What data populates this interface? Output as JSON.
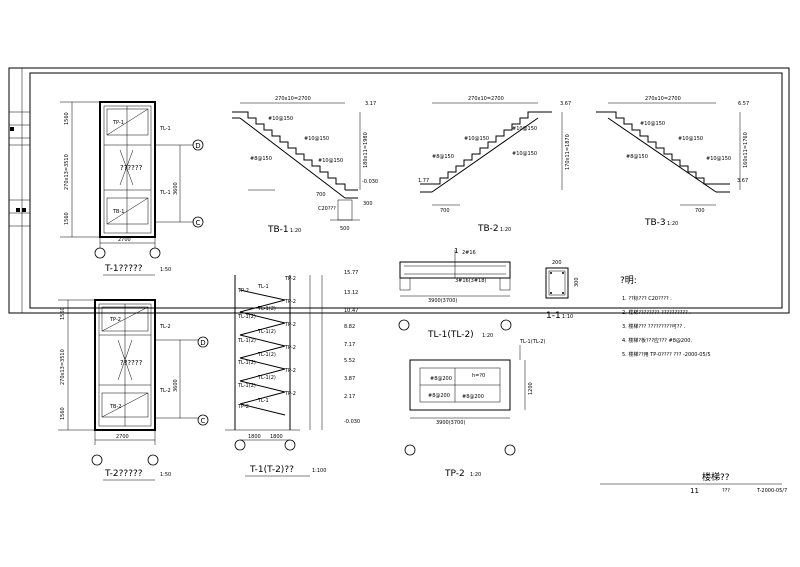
{
  "plans": {
    "t1": {
      "title": "T-1?????",
      "scale": "1:50",
      "width": "2700",
      "tl1": "TL-1",
      "tl1b": "TL-1",
      "tp": "TP-1",
      "tb": "TB-1",
      "updown": "??????",
      "left_dims": [
        "1560",
        "270x13=3510",
        "1560"
      ],
      "right_dim": "3600",
      "axes": [
        "D",
        "C"
      ]
    },
    "t2": {
      "title": "T-2?????",
      "scale": "1:50",
      "width": "2700",
      "tl1": "TL-2",
      "tl1b": "TL-2",
      "tp": "TP-2",
      "tb": "TB-2",
      "updown": "??????",
      "left_dims": [
        "1560",
        "270x13=3510",
        "1560"
      ],
      "right_dim": "3600",
      "axes": [
        "D",
        "C"
      ]
    }
  },
  "tb_sections": [
    {
      "title": "TB-1",
      "scale": "1:20",
      "top_dim": "270x10=2700",
      "elev_top": "3.17",
      "side_dim": "180x11=1980",
      "rebar": [
        "#10@150",
        "#10@150",
        "#8@150",
        "#10@150"
      ],
      "bottom": "700",
      "foot": "C20???",
      "elev_bot": "-0.030",
      "dims2": [
        "300",
        "500"
      ]
    },
    {
      "title": "TB-2",
      "scale": "1:20",
      "top_dim": "270x10=2700",
      "elev_top": "3.67",
      "side_dim": "170x11=1870",
      "rebar": [
        "#10@150",
        "#10@150",
        "#8@150",
        "#10@150"
      ],
      "bottom": "700",
      "elev_bot": "1.77"
    },
    {
      "title": "TB-3",
      "scale": "1:20",
      "top_dim": "270x10=2700",
      "elev_top": "6.57",
      "side_dim": "160x11=1760",
      "rebar": [
        "#10@150",
        "#10@150",
        "#8@150",
        "#10@150"
      ],
      "bottom": "700",
      "elev_bot": "3.67"
    }
  ],
  "elevation": {
    "title": "T-1(T-2)??",
    "scale": "1:100",
    "labels_right": [
      "TP-2",
      "TL-1",
      "TP-2",
      "TL-1(2)",
      "TP-2",
      "TL-1(2)",
      "TP-2",
      "TL-1(2)",
      "TP-2",
      "TL-1(2)",
      "TP-2",
      "TL-1"
    ],
    "labels_left": [
      "TP-2",
      "TL-1(2)",
      "TL-1(2)",
      "TL-1(2)",
      "TL-1(2)",
      "TP-2"
    ],
    "elevations": [
      "15.77",
      "13.12",
      "10.47",
      "8.82",
      "7.17",
      "5.52",
      "3.87",
      "2.17",
      "-0.030"
    ],
    "bottom_dims": [
      "1800",
      "1800"
    ]
  },
  "tl_section": {
    "title": "TL-1(TL-2)",
    "scale": "1:20",
    "span": "3900(3700)",
    "top": "2#16",
    "mid": "3#16(3#18)",
    "section_mark": "1"
  },
  "one_section": {
    "title": "1-1",
    "scale": "1:10",
    "dim_w": "200",
    "dim_h": "300"
  },
  "tp_section": {
    "title": "TP-2",
    "scale": "1:20",
    "span": "3900(3700)",
    "tl": "TL-1(TL-2)",
    "rebar": [
      "#8@200",
      "#8@200",
      "#8@200"
    ],
    "h": "h=?0",
    "side": "1200"
  },
  "notes": {
    "heading": "?明:",
    "items": [
      "1. ??标??? C20???? .",
      "2. 楼梯???????? ?????????? .",
      "3. 楼梯??? ?????????可?? .",
      "4. 楼梯?板???应??? #8@200.",
      "5. 楼梯??用 TP-0???? ??? -2000-05/5"
    ]
  },
  "title_block": {
    "name": "楼梯??",
    "num": "11",
    "mid": "???",
    "drawing_no": "T-2000-05/7"
  }
}
